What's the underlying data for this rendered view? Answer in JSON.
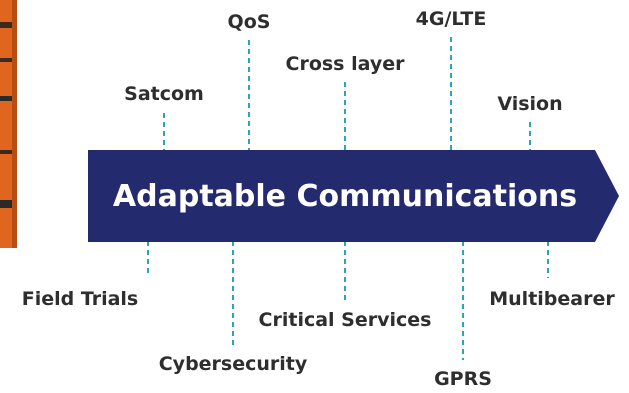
{
  "banner": {
    "title": "Adaptable Communications",
    "color": "#242a6e"
  },
  "connector_color": "#2aa6b8",
  "image_fragment_color": "#e0651f",
  "labels_top": [
    {
      "id": "satcom",
      "text": "Satcom"
    },
    {
      "id": "qos",
      "text": "QoS"
    },
    {
      "id": "cross-layer",
      "text": "Cross layer"
    },
    {
      "id": "4g-lte",
      "text": "4G/LTE"
    },
    {
      "id": "vision",
      "text": "Vision"
    }
  ],
  "labels_bottom": [
    {
      "id": "field-trials",
      "text": "Field Trials"
    },
    {
      "id": "cybersecurity",
      "text": "Cybersecurity"
    },
    {
      "id": "critical-services",
      "text": "Critical Services"
    },
    {
      "id": "gprs",
      "text": "GPRS"
    },
    {
      "id": "multibearer",
      "text": "Multibearer"
    }
  ]
}
